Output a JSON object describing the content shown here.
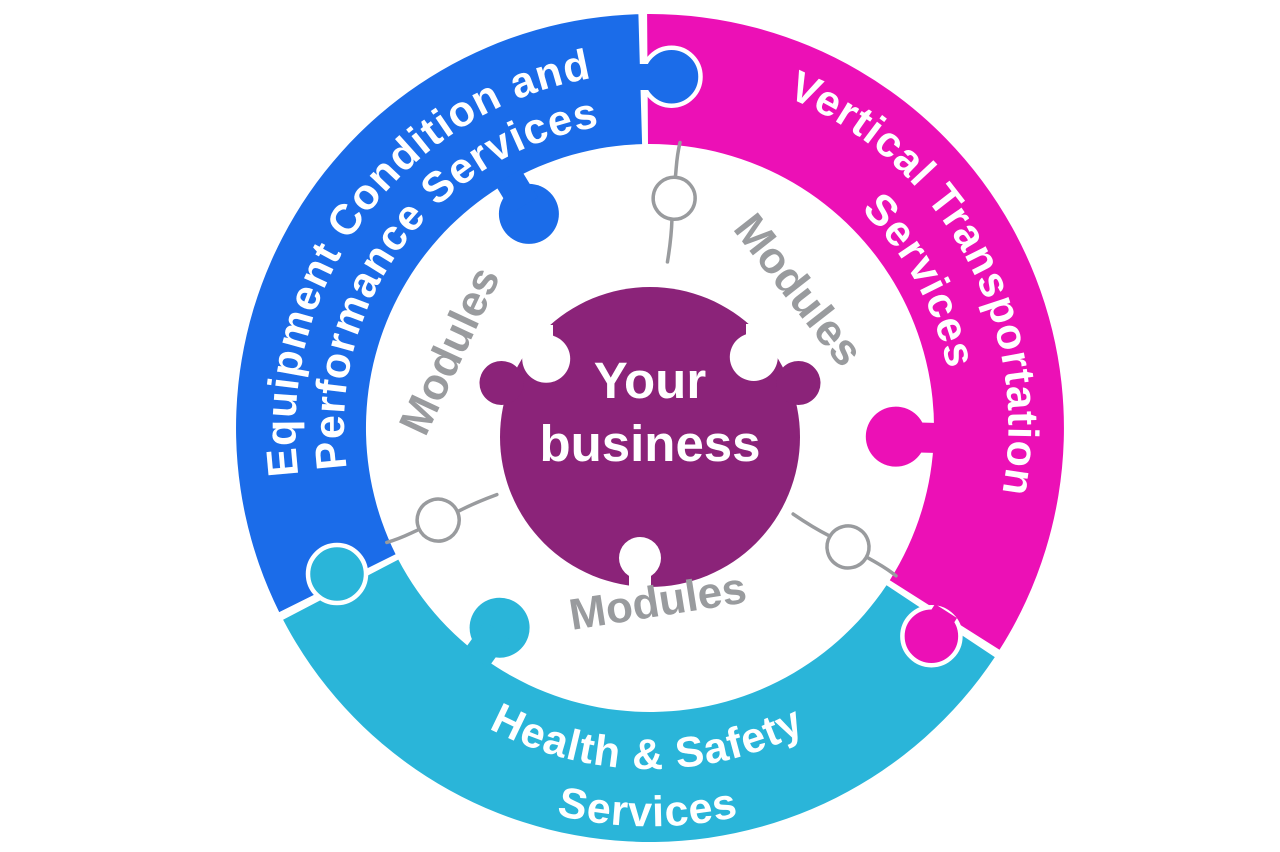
{
  "center": {
    "line1": "Your",
    "line2": "business",
    "color": "#8b2379"
  },
  "modules_label": "Modules",
  "modules_color": "#999b9e",
  "segments": [
    {
      "name": "equipment-condition-and-performance-services",
      "line1": "Equipment Condition and",
      "line2": "Performance Services",
      "color": "#1b6ce9"
    },
    {
      "name": "vertical-transportation-services",
      "line1": "Vertical Transportation",
      "line2": "Services",
      "color": "#ec10b6"
    },
    {
      "name": "health-and-safety-services",
      "line1": "Health & Safety",
      "line2": "Services",
      "color": "#2ab5d9"
    }
  ]
}
